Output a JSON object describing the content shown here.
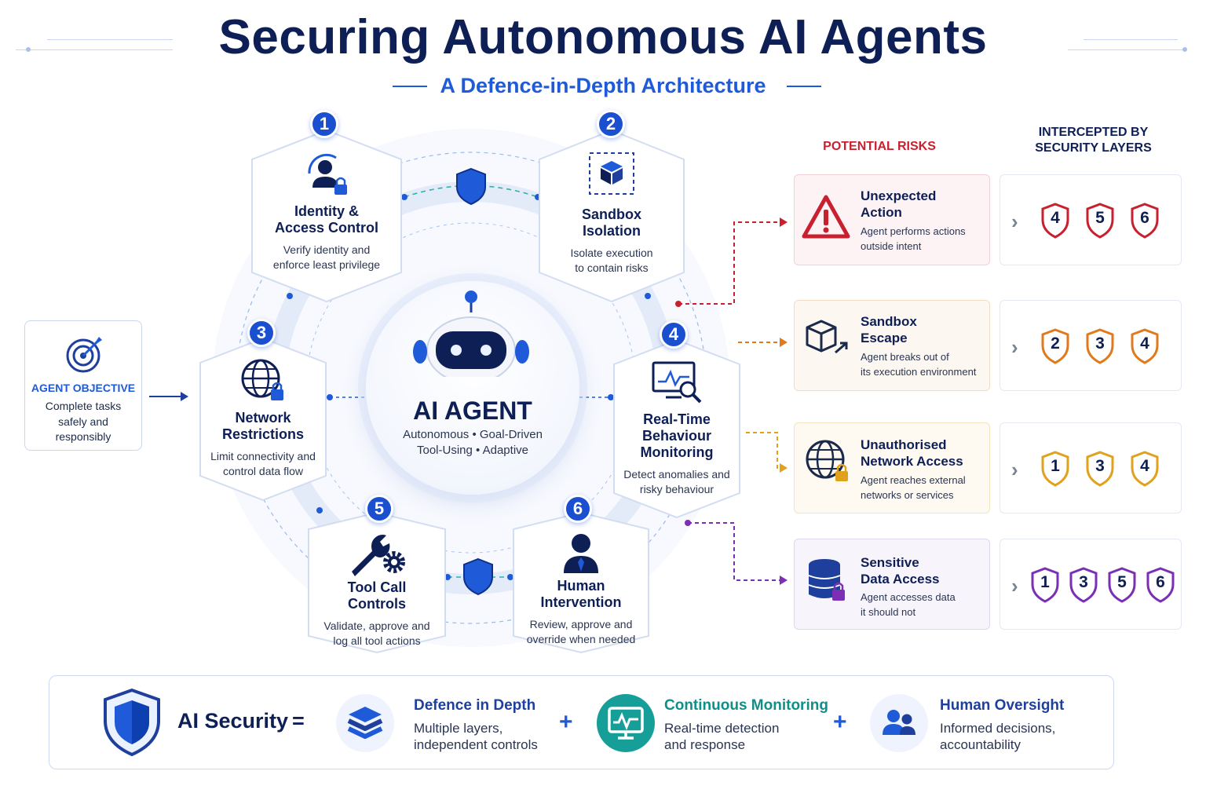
{
  "header": {
    "title": "Securing Autonomous AI Agents",
    "subtitle": "A Defence-in-Depth Architecture"
  },
  "objective": {
    "title": "AGENT OBJECTIVE",
    "desc_lines": [
      "Complete tasks",
      "safely and",
      "responsibly"
    ]
  },
  "agent": {
    "name": "AI AGENT",
    "traits_line1": "Autonomous • Goal-Driven",
    "traits_line2": "Tool-Using • Adaptive"
  },
  "layers": [
    {
      "number": "1",
      "name_lines": [
        "Identity &",
        "Access Control"
      ],
      "desc_lines": [
        "Verify identity and",
        "enforce least privilege"
      ],
      "icon": "user-lock-icon"
    },
    {
      "number": "2",
      "name_lines": [
        "Sandbox",
        "Isolation"
      ],
      "desc_lines": [
        "Isolate execution",
        "to contain risks"
      ],
      "icon": "sandbox-cube-icon"
    },
    {
      "number": "3",
      "name_lines": [
        "Network",
        "Restrictions"
      ],
      "desc_lines": [
        "Limit connectivity and",
        "control data flow"
      ],
      "icon": "globe-lock-icon"
    },
    {
      "number": "4",
      "name_lines": [
        "Real-Time",
        "Behaviour",
        "Monitoring"
      ],
      "desc_lines": [
        "Detect anomalies and",
        "risky behaviour"
      ],
      "icon": "monitor-search-icon"
    },
    {
      "number": "5",
      "name_lines": [
        "Tool Call",
        "Controls"
      ],
      "desc_lines": [
        "Validate, approve and",
        "log all tool actions"
      ],
      "icon": "wrench-gear-icon"
    },
    {
      "number": "6",
      "name_lines": [
        "Human",
        "Intervention"
      ],
      "desc_lines": [
        "Review, approve and",
        "override when needed"
      ],
      "icon": "human-icon"
    }
  ],
  "risks_header": "POTENTIAL RISKS",
  "intercept_header_lines": [
    "INTERCEPTED BY",
    "SECURITY LAYERS"
  ],
  "risks": [
    {
      "name_lines": [
        "Unexpected",
        "Action"
      ],
      "desc_lines": [
        "Agent performs actions",
        "outside intent"
      ],
      "icon": "warning-icon",
      "color": "#c8202e",
      "layers": [
        "4",
        "5",
        "6"
      ]
    },
    {
      "name_lines": [
        "Sandbox",
        "Escape"
      ],
      "desc_lines": [
        "Agent breaks out of",
        "its execution environment"
      ],
      "icon": "box-escape-icon",
      "color": "#e07a1c",
      "layers": [
        "2",
        "3",
        "4"
      ]
    },
    {
      "name_lines": [
        "Unauthorised",
        "Network Access"
      ],
      "desc_lines": [
        "Agent reaches external",
        "networks or services"
      ],
      "icon": "globe-lock-icon",
      "color": "#e0a21c",
      "layers": [
        "1",
        "3",
        "4"
      ]
    },
    {
      "name_lines": [
        "Sensitive",
        "Data Access"
      ],
      "desc_lines": [
        "Agent accesses data",
        "it should not"
      ],
      "icon": "database-lock-icon",
      "color": "#7b2fb5",
      "layers": [
        "1",
        "3",
        "5",
        "6"
      ]
    }
  ],
  "equation": {
    "label": "AI Security",
    "equals": "=",
    "plus": "+",
    "items": [
      {
        "title": "Defence in Depth",
        "desc_lines": [
          "Multiple layers,",
          "independent controls"
        ],
        "icon": "layers-icon",
        "color": "#1f3f9c"
      },
      {
        "title": "Continuous Monitoring",
        "desc_lines": [
          "Real-time detection",
          "and response"
        ],
        "icon": "monitor-icon",
        "color": "#0f8f88"
      },
      {
        "title": "Human Oversight",
        "desc_lines": [
          "Informed decisions,",
          "accountability"
        ],
        "icon": "people-icon",
        "color": "#1f3f9c"
      }
    ]
  },
  "colors": {
    "navy": "#0e1f56",
    "brand_blue": "#1f5bd8",
    "badge_blue": "#1a4fd0"
  }
}
